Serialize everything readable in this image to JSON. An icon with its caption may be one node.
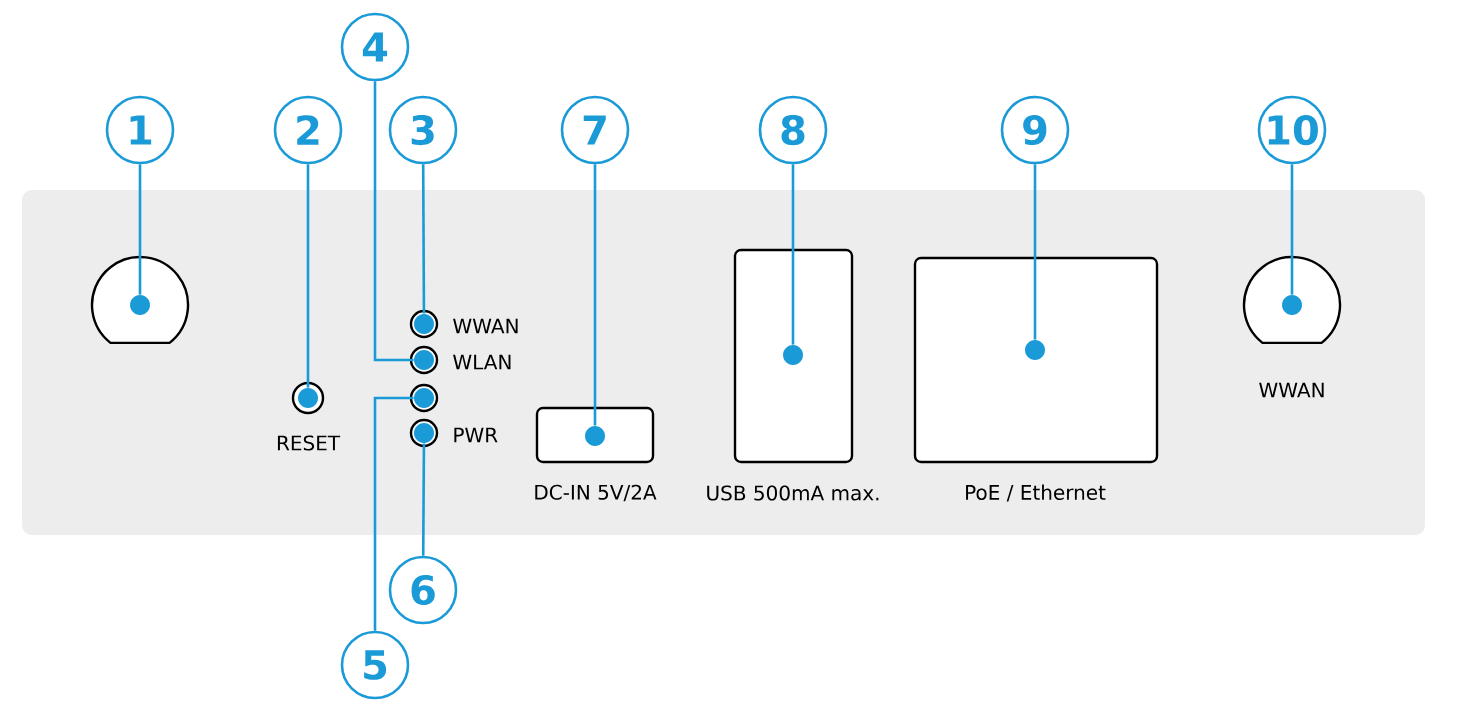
{
  "diagram": {
    "nodes": [
      {
        "text": [
          "1"
        ]
      },
      {
        "text": [
          "2"
        ]
      },
      {
        "text": [
          "3"
        ]
      },
      {
        "text": [
          "4"
        ]
      },
      {
        "text": [
          "5"
        ]
      },
      {
        "text": [
          "6"
        ]
      },
      {
        "text": [
          "7"
        ]
      },
      {
        "text": [
          "8"
        ]
      },
      {
        "text": [
          "9"
        ]
      },
      {
        "text": [
          "10"
        ]
      },
      {
        "text": [],
        "shape": "circle"
      },
      {
        "text": [],
        "shape": "circle",
        "beside": [
          "RESET"
        ]
      },
      {
        "text": [],
        "shape": "circle",
        "beside": [
          "WWAN"
        ]
      },
      {
        "text": [],
        "shape": "circle",
        "beside": [
          "WLAN"
        ]
      },
      {
        "text": [],
        "shape": "circle"
      },
      {
        "text": [],
        "shape": "circle",
        "beside": [
          "PWR"
        ]
      },
      {
        "text": [],
        "shape": "circle",
        "beside": [
          "DC-IN 5V/2A"
        ]
      },
      {
        "text": [],
        "shape": "circle"
      },
      {
        "text": [],
        "shape": "circle"
      },
      {
        "text": [],
        "shape": "circle",
        "beside": [
          "WWAN"
        ]
      }
    ],
    "edges": [
      {
        "from": 0,
        "to": 10,
        "arrow": "none"
      },
      {
        "from": 1,
        "to": 11,
        "arrow": "none"
      },
      {
        "from": 2,
        "to": 12,
        "arrow": "none"
      },
      {
        "from": 3,
        "to": 13,
        "arrow": "none"
      },
      {
        "from": 4,
        "to": 14,
        "arrow": "none"
      },
      {
        "from": 5,
        "to": 15,
        "arrow": "none"
      },
      {
        "from": 6,
        "to": 16,
        "arrow": "none"
      },
      {
        "from": 7,
        "to": 17,
        "arrow": "none"
      },
      {
        "from": 8,
        "to": 18,
        "arrow": "none"
      },
      {
        "from": 9,
        "to": 19,
        "arrow": "none"
      }
    ],
    "labels": [
      "USB 500mA max.",
      "PoE / Ethernet"
    ]
  }
}
